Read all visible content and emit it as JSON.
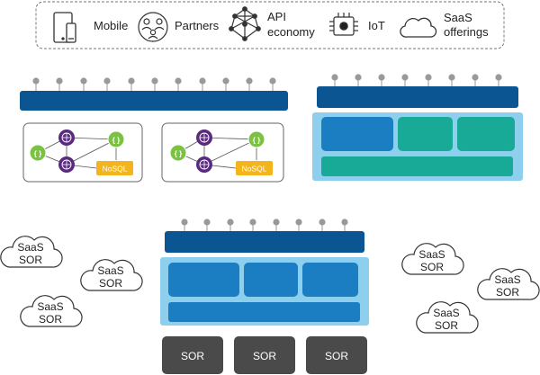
{
  "channels": {
    "mobile": "Mobile",
    "partners": "Partners",
    "api_line1": "API",
    "api_line2": "economy",
    "iot": "IoT",
    "saas_line1": "SaaS",
    "saas_line2": "offerings"
  },
  "microservices": {
    "nosql_label": "NoSQL",
    "api_glyph": "{ }"
  },
  "saas_sor_clouds": [
    {
      "line1": "SaaS",
      "line2": "SOR"
    },
    {
      "line1": "SaaS",
      "line2": "SOR"
    },
    {
      "line1": "SaaS",
      "line2": "SOR"
    },
    {
      "line1": "SaaS",
      "line2": "SOR"
    },
    {
      "line1": "SaaS",
      "line2": "SOR"
    },
    {
      "line1": "SaaS",
      "line2": "SOR"
    }
  ],
  "sor_systems": [
    "SOR",
    "SOR",
    "SOR"
  ],
  "colors": {
    "gateway": "#0a5592",
    "container": "#8ecfee",
    "block_blue": "#1b7dc2",
    "block_teal": "#19aa97",
    "api_green": "#7cc242",
    "service_purple": "#5a2a7e",
    "nosql": "#f4b51c",
    "sor_box": "#4a4a4a",
    "dots": "#999999"
  },
  "icons": {
    "mobile": "mobile-devices-icon",
    "partners": "partners-icon",
    "api": "api-network-icon",
    "iot": "chip-icon",
    "saas": "cloud-icon"
  }
}
